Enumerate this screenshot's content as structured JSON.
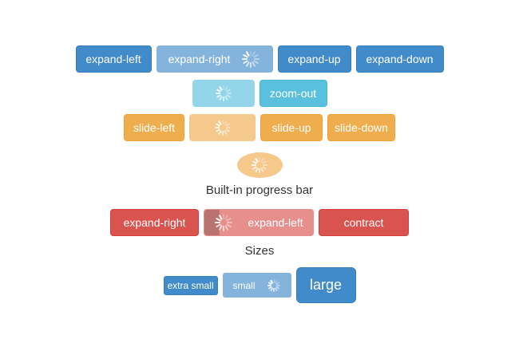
{
  "colors": {
    "page_background": "#ffffff",
    "button_text": "#ffffff",
    "heading_text": "#333333",
    "primary": "#428bca",
    "primary_border": "#357ebd",
    "primary_loading": "#84b3dc",
    "info": "#5bc0de",
    "info_border": "#46b8da",
    "info_loading": "#94d6e9",
    "warning": "#f0ad4e",
    "warning_border": "#eea236",
    "warning_loading": "#f5c98c",
    "danger": "#d9534f",
    "danger_border": "#d43f3a",
    "danger_loading": "#e68f8d",
    "progress_overlay": "rgba(0,0,0,0.2)"
  },
  "headings": {
    "progress_bar": "Built-in progress bar",
    "sizes": "Sizes"
  },
  "icons": {
    "spinner": "radial-spinner"
  },
  "expand_row": {
    "buttons": [
      {
        "label": "expand-left",
        "loading": false
      },
      {
        "label": "expand-right",
        "loading": true
      },
      {
        "label": "expand-up",
        "loading": false
      },
      {
        "label": "expand-down",
        "loading": false
      }
    ]
  },
  "zoom_row": {
    "buttons": [
      {
        "label": "",
        "loading": true
      },
      {
        "label": "zoom-out",
        "loading": false
      }
    ]
  },
  "slide_row": {
    "buttons": [
      {
        "label": "slide-left",
        "loading": false
      },
      {
        "label": "",
        "loading": true
      },
      {
        "label": "slide-up",
        "loading": false
      },
      {
        "label": "slide-down",
        "loading": false
      }
    ]
  },
  "contract_row": {
    "loading": true
  },
  "progress_row": {
    "buttons": [
      {
        "label": "expand-right",
        "loading": false
      },
      {
        "label": "expand-left",
        "loading": true,
        "progress_percent": 14
      },
      {
        "label": "contract",
        "loading": false
      }
    ]
  },
  "sizes_row": {
    "buttons": [
      {
        "label": "extra small",
        "size": "xs",
        "loading": false
      },
      {
        "label": "small",
        "size": "sm",
        "loading": true
      },
      {
        "label": "large",
        "size": "lg",
        "loading": false
      }
    ]
  }
}
